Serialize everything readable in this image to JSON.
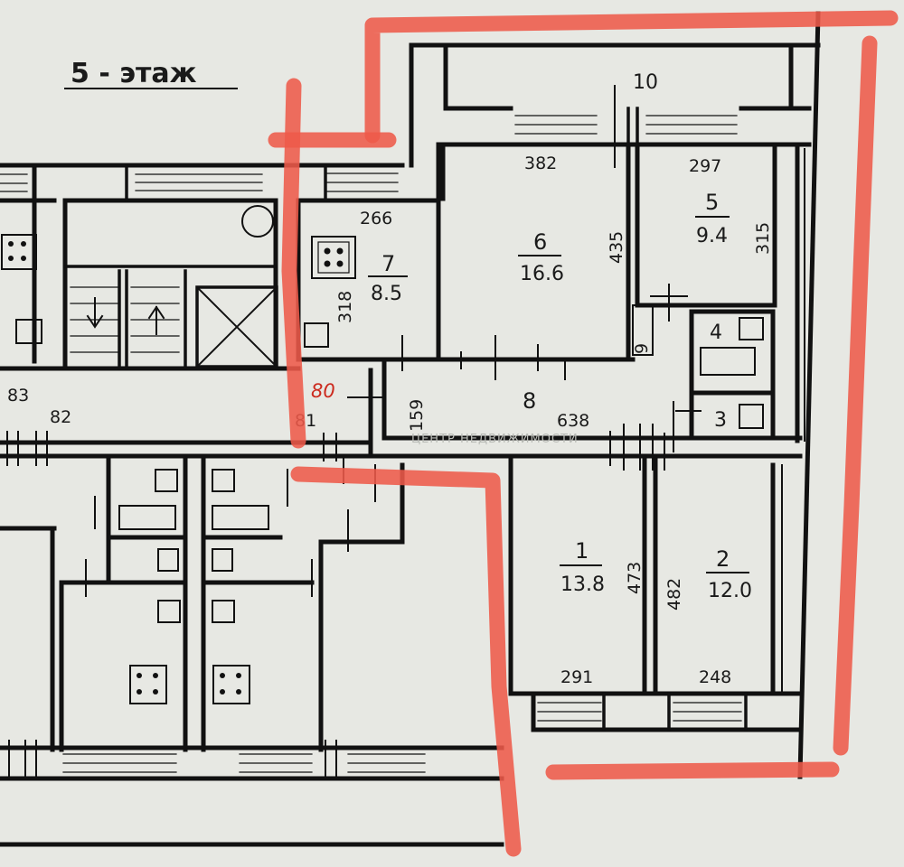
{
  "floor_title": "5 - этаж",
  "rooms": [
    {
      "id": "7",
      "number": "7",
      "area": "8.5"
    },
    {
      "id": "6",
      "number": "6",
      "area": "16.6"
    },
    {
      "id": "5",
      "number": "5",
      "area": "9.4"
    },
    {
      "id": "4",
      "number": "4",
      "area": ""
    },
    {
      "id": "3",
      "number": "3",
      "area": ""
    },
    {
      "id": "8",
      "number": "8",
      "area": ""
    },
    {
      "id": "1",
      "number": "1",
      "area": "13.8"
    },
    {
      "id": "2",
      "number": "2",
      "area": "12.0"
    }
  ],
  "dimensions": {
    "balcony": "10",
    "room7_width": "266",
    "room7_depth": "318",
    "room6_width": "382",
    "room6_depth": "435",
    "room5_width": "297",
    "room5_depth": "315",
    "hall_length": "638",
    "hall_width": "159",
    "room1_width": "291",
    "room1_depth": "473",
    "room2_width": "248",
    "room2_depth": "482",
    "left_83": "83",
    "left_82": "82",
    "left_81": "81",
    "red_80": "80",
    "small_9": "9"
  },
  "watermark": "ЦЕНТР НЕДВИЖИМОСТИ",
  "colors": {
    "paper": "#e7e8e3",
    "lines": "#111111",
    "highlight": "#ee5a4a"
  }
}
